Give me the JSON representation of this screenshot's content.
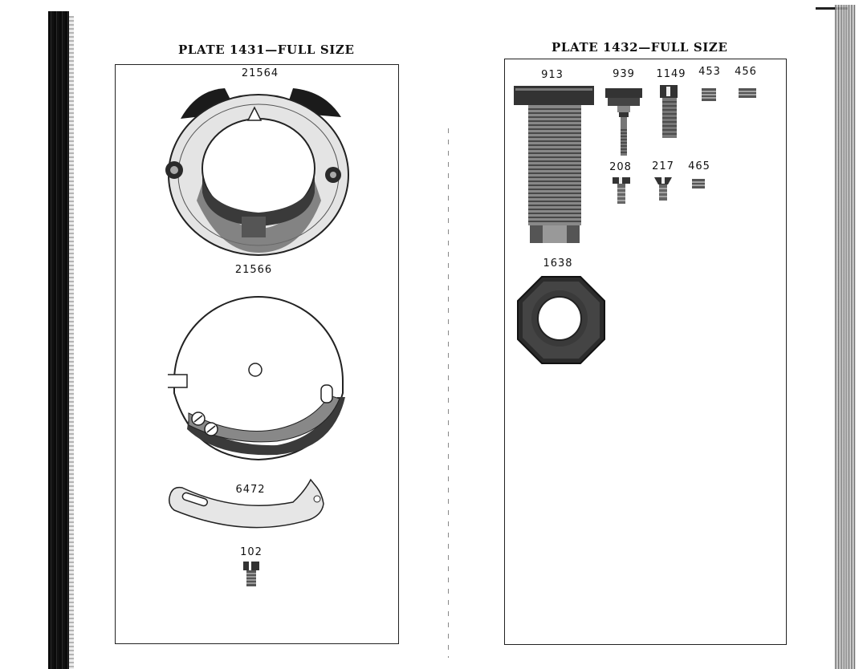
{
  "left_plate": {
    "title": "PLATE 1431—FULL SIZE",
    "parts": {
      "p1": "21564",
      "p2": "21566",
      "p3": "6472",
      "p4": "102"
    }
  },
  "right_plate": {
    "title": "PLATE 1432—FULL SIZE",
    "parts": {
      "p913": "913",
      "p939": "939",
      "p1149": "1149",
      "p453": "453",
      "p456": "456",
      "p208": "208",
      "p217": "217",
      "p465": "465",
      "p1638": "1638"
    }
  }
}
